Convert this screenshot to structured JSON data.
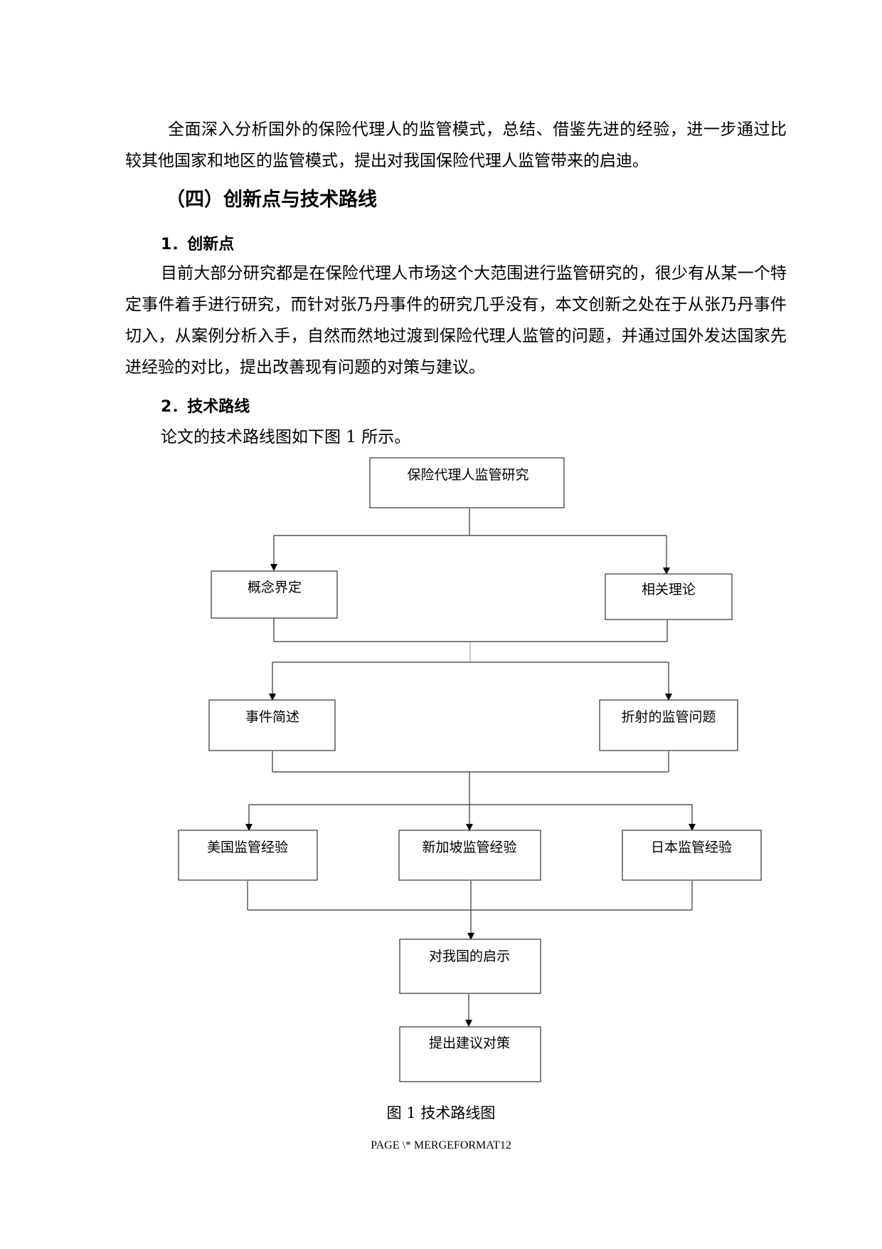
{
  "intro_paragraph": "全面深入分析国外的保险代理人的监管模式，总结、借鉴先进的经验，进一步通过比较其他国家和地区的监管模式，提出对我国保险代理人监管带来的启迪。",
  "section": {
    "heading": "（四）创新点与技术路线",
    "innovation": {
      "heading": "1．创新点",
      "text": "目前大部分研究都是在保险代理人市场这个大范围进行监管研究的，很少有从某一个特定事件着手进行研究，而针对张乃丹事件的研究几乎没有，本文创新之处在于从张乃丹事件切入，从案例分析入手，自然而然地过渡到保险代理人监管的问题，并通过国外发达国家先进经验的对比，提出改善现有问题的对策与建议。"
    },
    "roadmap": {
      "heading": "2．技术路线",
      "text": "论文的技术路线图如下图 1 所示。"
    }
  },
  "flowchart": {
    "top": "保险代理人监管研究",
    "level2": [
      "概念界定",
      "相关理论"
    ],
    "level3": [
      "事件简述",
      "折射的监管问题"
    ],
    "level4": [
      "美国监管经验",
      "新加坡监管经验",
      "日本监管经验"
    ],
    "level5": "对我国的启示",
    "level6": "提出建议对策"
  },
  "caption": "图 1  技术路线图",
  "footer": "PAGE   \\* MERGEFORMAT12"
}
